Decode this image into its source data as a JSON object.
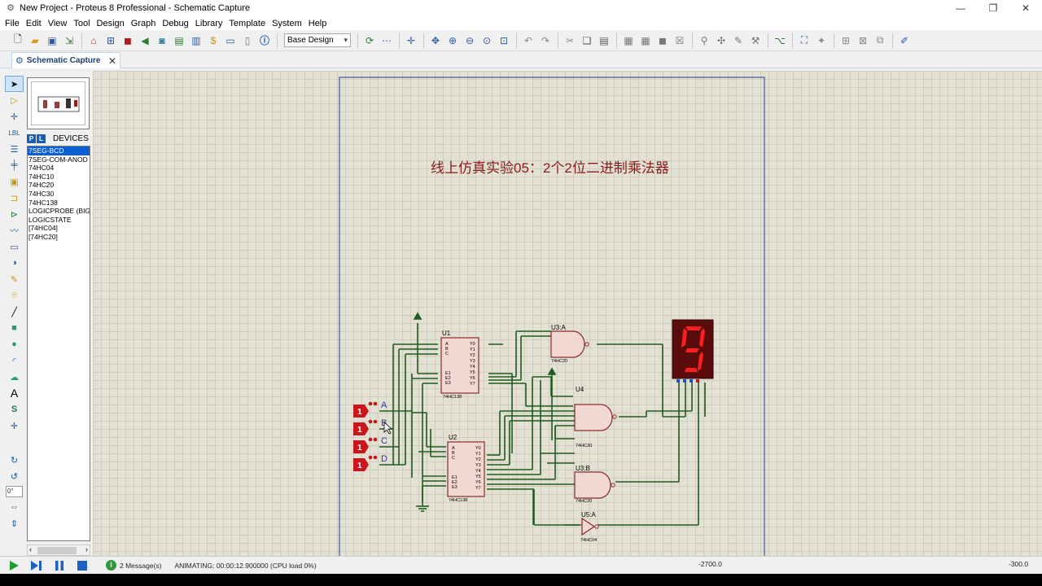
{
  "window": {
    "title": "New Project - Proteus 8 Professional - Schematic Capture"
  },
  "menu": [
    "File",
    "Edit",
    "View",
    "Tool",
    "Design",
    "Graph",
    "Debug",
    "Library",
    "Template",
    "System",
    "Help"
  ],
  "toolbar": {
    "design_combo": "Base Design"
  },
  "tab": {
    "label": "Schematic Capture"
  },
  "devices": {
    "header": "DEVICES",
    "p_label": "P",
    "l_label": "L",
    "items": [
      "7SEG-BCD",
      "7SEG-COM-ANOD",
      "74HC04",
      "74HC10",
      "74HC20",
      "74HC30",
      "74HC138",
      "LOGICPROBE (BIG",
      "LOGICSTATE",
      "[74HC04]",
      "[74HC20]"
    ],
    "selected": "7SEG-BCD"
  },
  "rotation": {
    "value": "0°"
  },
  "schematic": {
    "title": "线上仿真实验05：2个2位二进制乘法器",
    "inputs": [
      {
        "state": "1",
        "name": "A"
      },
      {
        "state": "1",
        "name": "B"
      },
      {
        "state": "1",
        "name": "C"
      },
      {
        "state": "1",
        "name": "D"
      }
    ],
    "u1": {
      "ref": "U1",
      "part": "74HC138",
      "left_pins": [
        "A",
        "B",
        "C",
        "E1",
        "E2",
        "E3"
      ],
      "right_pins": [
        "Y0",
        "Y1",
        "Y2",
        "Y3",
        "Y4",
        "Y5",
        "Y6",
        "Y7"
      ]
    },
    "u2": {
      "ref": "U2",
      "part": "74HC138",
      "left_pins": [
        "A",
        "B",
        "C",
        "E1",
        "E2",
        "E3"
      ],
      "right_pins": [
        "Y0",
        "Y1",
        "Y2",
        "Y3",
        "Y4",
        "Y5",
        "Y6",
        "Y7"
      ]
    },
    "u3a": {
      "ref": "U3:A",
      "part": "74HC20"
    },
    "u3b": {
      "ref": "U3:B",
      "part": "74HC20"
    },
    "u4": {
      "ref": "U4",
      "part": "74HC30"
    },
    "u5a": {
      "ref": "U5:A",
      "part": "74HC04"
    },
    "display": {
      "digit": "9"
    }
  },
  "status": {
    "messages": "2 Message(s)",
    "animating": "ANIMATING: 00:00:12.900000 (CPU load 0%)",
    "coord_x": "-2700.0",
    "coord_y": "-300.0"
  },
  "colors": {
    "wire": "#1f5c1f",
    "chip_fill": "#f2d8d2",
    "chip_border": "#8a2b2b",
    "title_text": "#8b1a1a",
    "segment_on": "#ff1e1e",
    "display_bg": "#5a0b0b",
    "selection": "#0a5fd1",
    "logic_high": "#c8161a"
  }
}
